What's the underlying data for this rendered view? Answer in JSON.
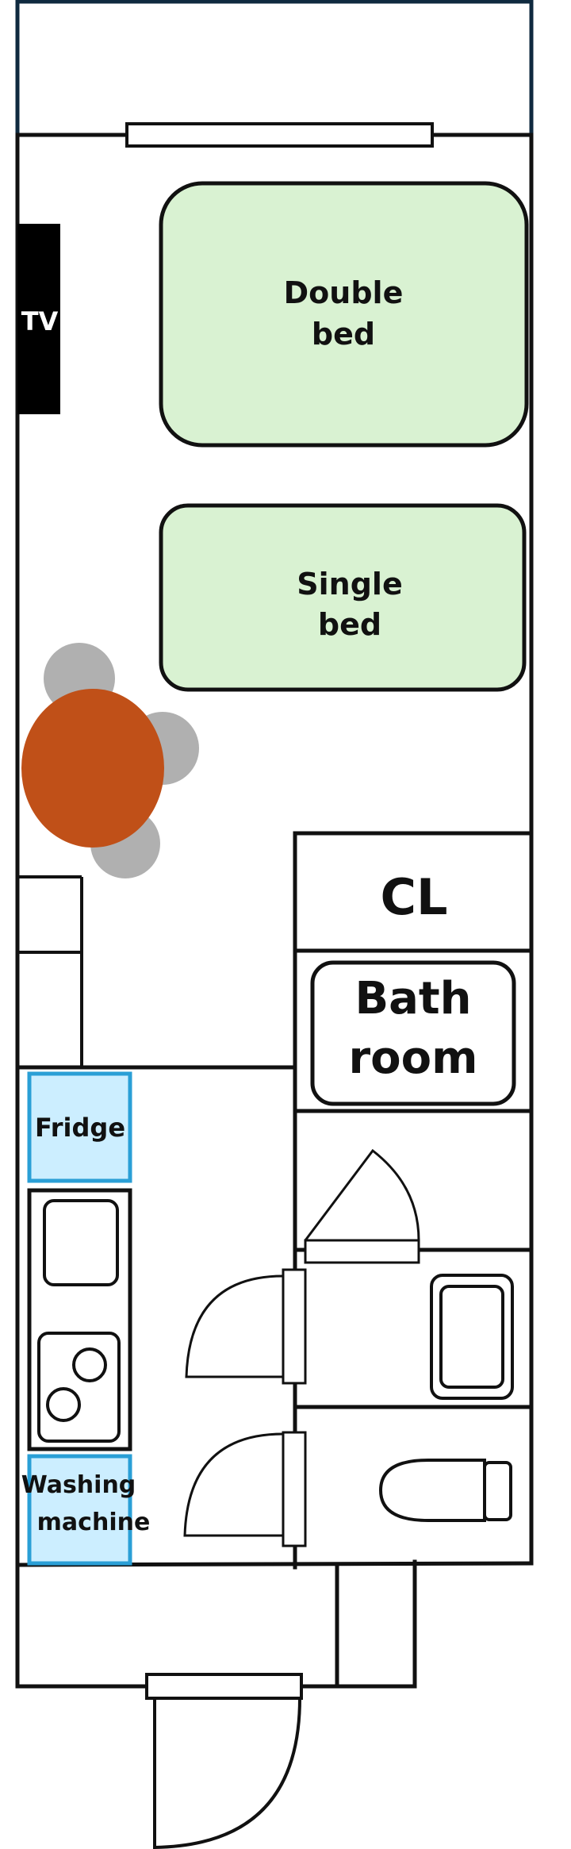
{
  "labels": {
    "tv": "TV",
    "double_bed_line1": "Double",
    "double_bed_line2": "bed",
    "single_bed_line1": "Single",
    "single_bed_line2": "bed",
    "closet": "CL",
    "bathroom_line1": "Bath",
    "bathroom_line2": "room",
    "fridge": "Fridge",
    "washing_line1": "Washing",
    "washing_line2": "machine"
  },
  "colors": {
    "bed_fill": "#d9f2d2",
    "appliance_fill": "#cceeff",
    "appliance_stroke": "#2a9fd6",
    "table": "#c05018",
    "chair": "#b0b0b0",
    "tv": "#000000",
    "balcony_stroke": "#0f2a3f"
  }
}
